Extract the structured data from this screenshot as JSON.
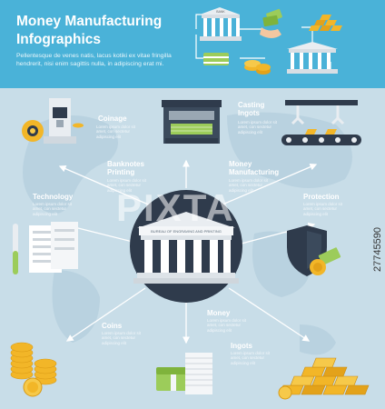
{
  "header": {
    "title_line1": "Money Manufacturing",
    "title_line2": "Infographics",
    "description": "Pellentesque de venes natis, lacus kotiki ex vitae fringilla hendrerit, nisi enim sagittis nulla, in adipiscing erat mi."
  },
  "center": {
    "building_sign": "BUREAU OF ENGRAVING AND PRINTING"
  },
  "top_icons": {
    "bank_sign": "BANK"
  },
  "nodes": {
    "coinage": {
      "label": "Coinage",
      "text": "Lorem ipsum dolor sit amet, con sectetur adipiscing elit"
    },
    "banknotes": {
      "label": "Banknotes Printing",
      "text": "Lorem ipsum dolor sit amet, con sectetur adipiscing elit"
    },
    "casting": {
      "label": "Casting Ingots",
      "text": "Lorem ipsum dolor sit amet, con sectetur adipiscing elit"
    },
    "money_manufacturing": {
      "label": "Money Manufacturing",
      "text": "Lorem ipsum dolor sit amet, con sectetur adipiscing elit"
    },
    "technology": {
      "label": "Technology",
      "text": "Lorem ipsum dolor sit amet, con sectetur adipiscing elit"
    },
    "protection": {
      "label": "Protection",
      "text": "Lorem ipsum dolor sit amet, con sectetur adipiscing elit"
    },
    "coins": {
      "label": "Coins",
      "text": "Lorem ipsum dolor sit amet, con sectetur adipiscing elit"
    },
    "money": {
      "label": "Money",
      "text": "Lorem ipsum dolor sit amet, con sectetur adipiscing elit"
    },
    "ingots": {
      "label": "Ingots",
      "text": "Lorem ipsum dolor sit amet, con sectetur adipiscing elit"
    }
  },
  "watermark": {
    "text": "PIXTA",
    "stock_id": "27745590"
  },
  "colors": {
    "top_band": "#4ab2d8",
    "main_bg": "#c8dde8",
    "gold": "#f2b628",
    "dark_circle": "#2f3b4c",
    "cash_green": "#9ccc5a"
  }
}
